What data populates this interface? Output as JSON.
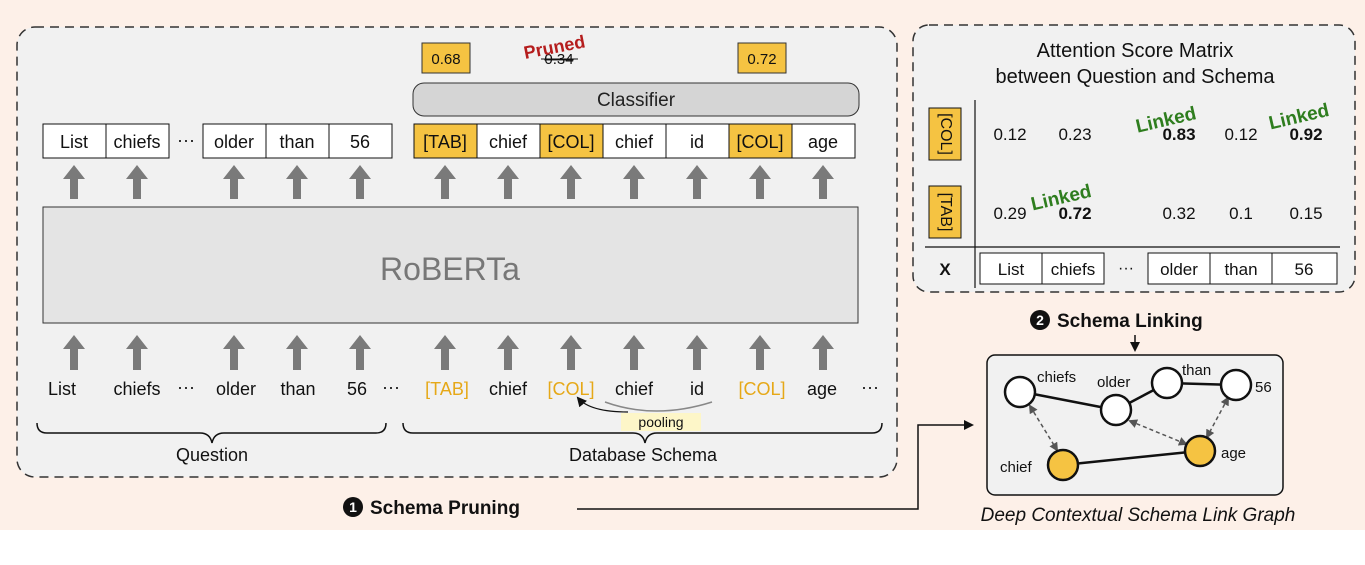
{
  "colors": {
    "background": "#fdf0e8",
    "panel": "#f1f1f1",
    "highlight": "#f5c342",
    "linked_green": "#2e7d1e",
    "pruned_red": "#b51d1d",
    "arrow_gray": "#7a7a7a"
  },
  "encoder": {
    "label": "RoBERTa"
  },
  "classifier": {
    "label": "Classifier",
    "scores": [
      "0.68",
      "0.34",
      "0.72"
    ],
    "pruned_label": "Pruned"
  },
  "output_tokens": {
    "question": [
      "List",
      "chiefs",
      "older",
      "than",
      "56"
    ],
    "schema": [
      "[TAB]",
      "chief",
      "[COL]",
      "chief",
      "id",
      "[COL]",
      "age"
    ],
    "ellipsis": "···"
  },
  "input_tokens": {
    "question": [
      "List",
      "chiefs",
      "older",
      "than",
      "56"
    ],
    "schema": [
      "[TAB]",
      "chief",
      "[COL]",
      "chief",
      "id",
      "[COL]",
      "age"
    ],
    "ellipsis": "···",
    "pooling_label": "pooling"
  },
  "groups": {
    "question": "Question",
    "schema": "Database Schema"
  },
  "attention": {
    "title_line1": "Attention Score Matrix",
    "title_line2": "between Question and Schema",
    "row_labels": [
      "[COL]",
      "[TAB]"
    ],
    "row_col": [
      "0.12",
      "0.23",
      "0.83",
      "0.12",
      "0.92"
    ],
    "row_tab": [
      "0.29",
      "0.72",
      "0.32",
      "0.1",
      "0.15"
    ],
    "linked_label": "Linked",
    "x_label": "X",
    "x_tokens": [
      "List",
      "chiefs",
      "older",
      "than",
      "56"
    ],
    "ellipsis": "···"
  },
  "steps": {
    "pruning": {
      "number": "1",
      "label": "Schema Pruning"
    },
    "linking": {
      "number": "2",
      "label": "Schema Linking"
    }
  },
  "graph": {
    "caption": "Deep Contextual Schema Link Graph",
    "nodes": [
      "chiefs",
      "older",
      "than",
      "56",
      "chief",
      "age"
    ]
  }
}
